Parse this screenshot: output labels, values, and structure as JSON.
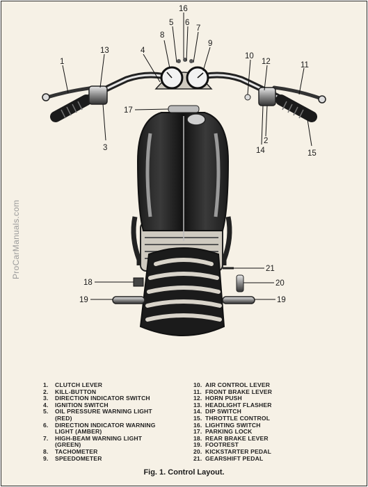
{
  "watermark": "ProCarManuals.com",
  "callouts": [
    "1",
    "2",
    "3",
    "4",
    "5",
    "6",
    "7",
    "8",
    "9",
    "10",
    "11",
    "12",
    "13",
    "14",
    "15",
    "16",
    "17",
    "18",
    "19",
    "19",
    "20",
    "21"
  ],
  "legend_left": [
    {
      "num": "1.",
      "text": "CLUTCH LEVER"
    },
    {
      "num": "2.",
      "text": "KILL-BUTTON"
    },
    {
      "num": "3.",
      "text": "DIRECTION INDICATOR SWITCH"
    },
    {
      "num": "4.",
      "text": "IGNITION SWITCH"
    },
    {
      "num": "5.",
      "text": "OIL PRESSURE WARNING LIGHT"
    },
    {
      "num": "",
      "text": "(RED)"
    },
    {
      "num": "6.",
      "text": "DIRECTION INDICATOR WARNING"
    },
    {
      "num": "",
      "text": "LIGHT (AMBER)"
    },
    {
      "num": "7.",
      "text": "HIGH-BEAM WARNING LIGHT"
    },
    {
      "num": "",
      "text": "(GREEN)"
    },
    {
      "num": "8.",
      "text": "TACHOMETER"
    },
    {
      "num": "9.",
      "text": "SPEEDOMETER"
    }
  ],
  "legend_right": [
    {
      "num": "10.",
      "text": "AIR CONTROL LEVER"
    },
    {
      "num": "11.",
      "text": "FRONT BRAKE LEVER"
    },
    {
      "num": "12.",
      "text": "HORN PUSH"
    },
    {
      "num": "13.",
      "text": "HEADLIGHT FLASHER"
    },
    {
      "num": "14.",
      "text": "DIP SWITCH"
    },
    {
      "num": "15.",
      "text": "THROTTLE CONTROL"
    },
    {
      "num": "16.",
      "text": "LIGHTING SWITCH"
    },
    {
      "num": "17.",
      "text": "PARKING LOCK"
    },
    {
      "num": "18.",
      "text": "REAR BRAKE LEVER"
    },
    {
      "num": "19.",
      "text": "FOOTREST"
    },
    {
      "num": "20.",
      "text": "KICKSTARTER PEDAL"
    },
    {
      "num": "21.",
      "text": "GEARSHIFT PEDAL"
    }
  ],
  "caption": "Fig. 1.   Control Layout."
}
